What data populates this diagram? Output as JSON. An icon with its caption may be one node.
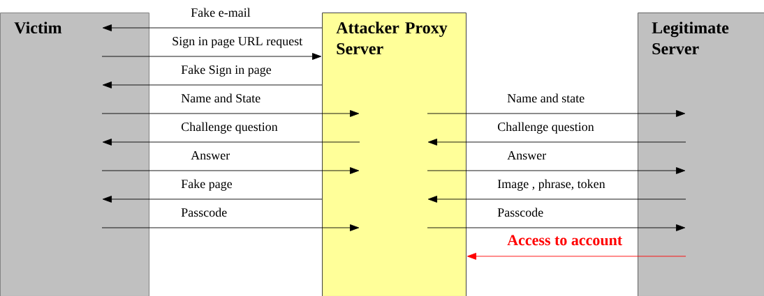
{
  "diagram": {
    "nodes": [
      {
        "text": [
          "Victim"
        ]
      },
      {
        "text": [
          "Attacker Proxy Server"
        ]
      },
      {
        "text": [
          "Legitimate Server"
        ]
      }
    ],
    "edges": [
      {
        "from": 1,
        "to": 0,
        "arrow": "to",
        "label": "Fake e-mail"
      },
      {
        "from": 0,
        "to": 1,
        "arrow": "to",
        "label": "Sign in page URL request"
      },
      {
        "from": 1,
        "to": 0,
        "arrow": "to",
        "label": "Fake Sign in page"
      },
      {
        "from": 0,
        "to": 1,
        "arrow": "to",
        "label": "Name and State"
      },
      {
        "from": 1,
        "to": 0,
        "arrow": "to",
        "label": "Challenge question"
      },
      {
        "from": 0,
        "to": 1,
        "arrow": "to",
        "label": "Answer"
      },
      {
        "from": 1,
        "to": 0,
        "arrow": "to",
        "label": "Fake page"
      },
      {
        "from": 0,
        "to": 1,
        "arrow": "to",
        "label": "Passcode"
      },
      {
        "from": 1,
        "to": 2,
        "arrow": "to",
        "label": "Name and state"
      },
      {
        "from": 2,
        "to": 1,
        "arrow": "to",
        "label": "Challenge question"
      },
      {
        "from": 1,
        "to": 2,
        "arrow": "to",
        "label": "Answer"
      },
      {
        "from": 2,
        "to": 1,
        "arrow": "to",
        "label": "Image , phrase, token"
      },
      {
        "from": 1,
        "to": 2,
        "arrow": "to",
        "label": "Passcode"
      },
      {
        "from": 2,
        "to": 1,
        "arrow": "to",
        "label": "Access to account",
        "color": "#ff0000"
      }
    ]
  }
}
